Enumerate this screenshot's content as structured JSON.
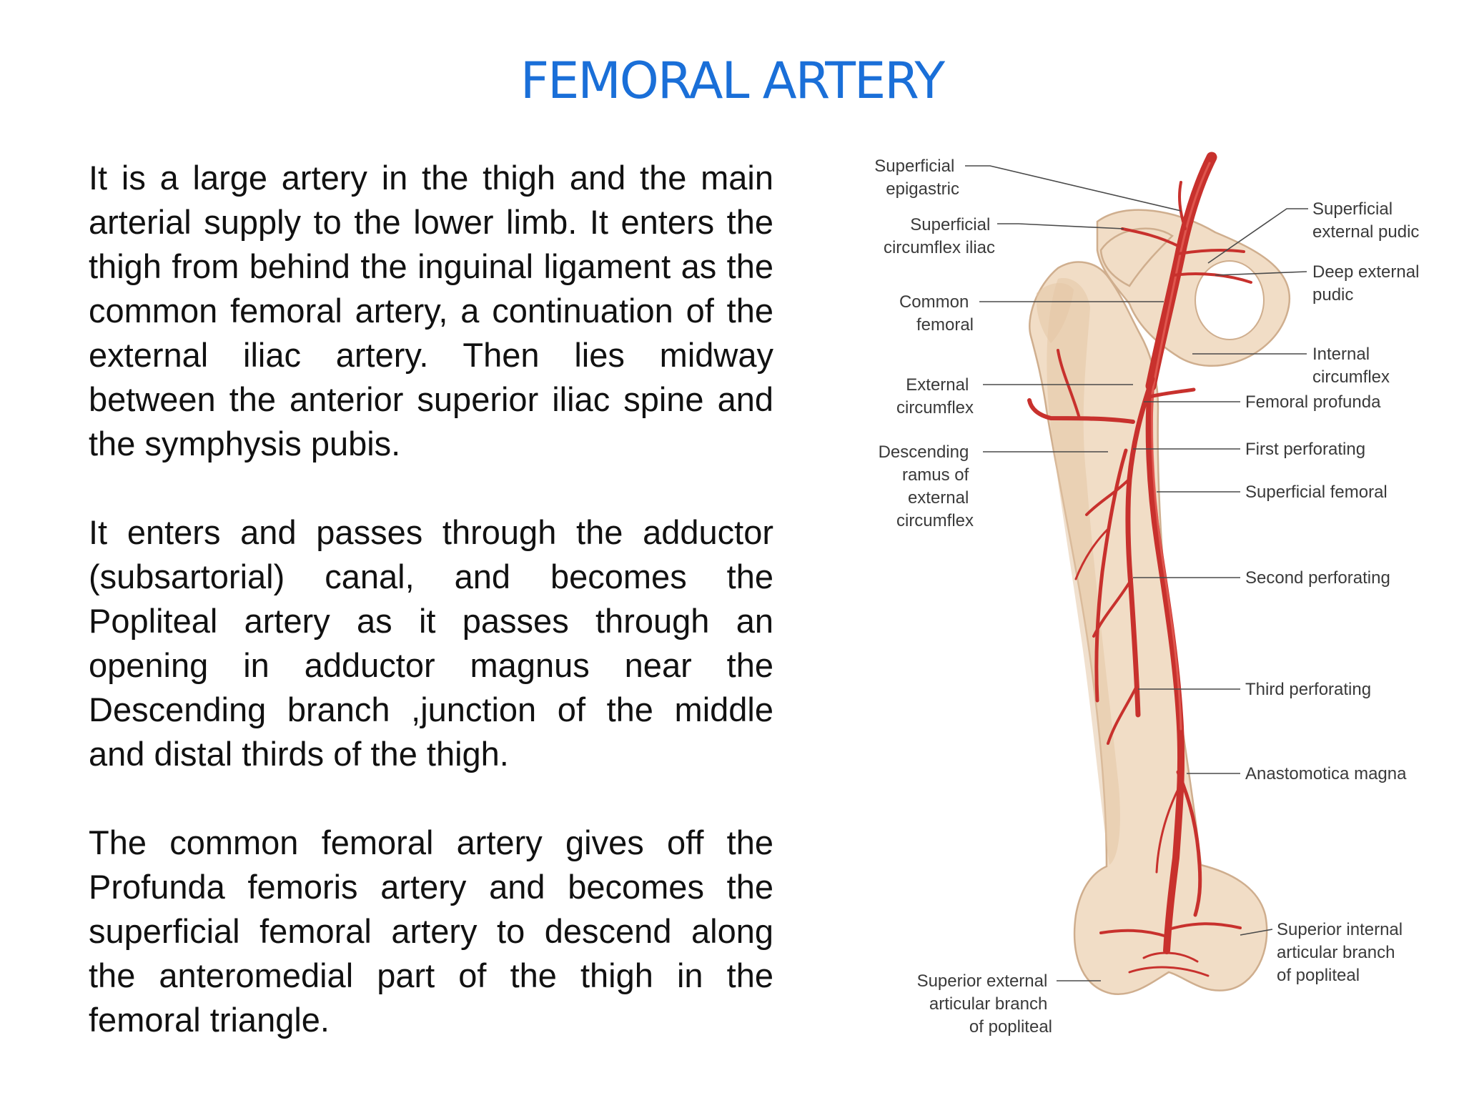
{
  "title": "FEMORAL ARTERY",
  "paragraphs": [
    "It is a large artery in the thigh and the main arterial supply to the lower limb. It enters the thigh from behind  the inguinal ligament as the common femoral artery, a continuation of the external iliac artery. Then lies  midway between the anterior superior iliac spine and the symphysis pubis.",
    "It enters and passes through the adductor (subsartorial) canal, and becomes the Popliteal artery as it passes through an opening in adductor magnus near the Descending branch ,junction of the middle and distal thirds of the thigh.",
    "The common femoral artery gives off the Profunda femoris artery and becomes the superficial femoral  artery to descend along the anteromedial part of the thigh in the femoral triangle."
  ],
  "figure": {
    "labels_left": {
      "superficial_epigastric": [
        "Superficial",
        "epigastric"
      ],
      "superficial_circumflex_iliac": [
        "Superficial",
        "circumflex iliac"
      ],
      "common_femoral": [
        "Common",
        "femoral"
      ],
      "external_circumflex": [
        "External",
        "circumflex"
      ],
      "descending_ramus": [
        "Descending",
        "ramus of",
        "external",
        "circumflex"
      ],
      "superior_external_articular": [
        "Superior external",
        "articular branch",
        "of popliteal"
      ]
    },
    "labels_right": {
      "superficial_external_pudic": [
        "Superficial",
        "external pudic"
      ],
      "deep_external_pudic": [
        "Deep external",
        "pudic"
      ],
      "internal_circumflex": [
        "Internal",
        "circumflex"
      ],
      "femoral_profunda": [
        "Femoral profunda"
      ],
      "first_perforating": [
        "First perforating"
      ],
      "superficial_femoral": [
        "Superficial femoral"
      ],
      "second_perforating": [
        "Second perforating"
      ],
      "third_perforating": [
        "Third perforating"
      ],
      "anastomotica_magna": [
        "Anastomotica magna"
      ],
      "superior_internal_articular": [
        "Superior internal",
        "articular branch",
        "of popliteal"
      ]
    },
    "colors": {
      "artery": "#c8312d",
      "bone": "#f1ddc6",
      "title": "#1a6fd8"
    }
  }
}
